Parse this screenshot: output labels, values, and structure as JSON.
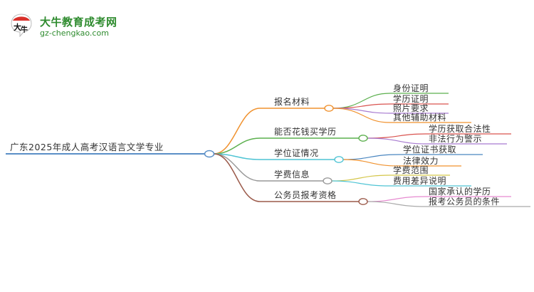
{
  "logo": {
    "title": "大牛教育成考网",
    "url": "gz-chengkao.com",
    "badge_text": "大牛",
    "brand_color": "#2e8b2e",
    "accent_color": "#d9302a"
  },
  "mindmap": {
    "root": {
      "label": "广东2025年成人高考汉语言文学专业",
      "color": "#5b8fc7"
    },
    "branches": [
      {
        "label": "报名材料",
        "color": "#f0922f",
        "children": [
          {
            "label": "身份证明",
            "color": "#5cb04e"
          },
          {
            "label": "学历证明",
            "color": "#d9534f"
          },
          {
            "label": "照片要求",
            "color": "#a77ad0"
          },
          {
            "label": "其他辅助材料",
            "color": "#f0922f"
          }
        ]
      },
      {
        "label": "能否花钱买学历",
        "color": "#5cb04e",
        "children": [
          {
            "label": "学历获取合法性",
            "color": "#d9534f"
          },
          {
            "label": "非法行为警示",
            "color": "#a77ad0"
          }
        ]
      },
      {
        "label": "学位证情况",
        "color": "#4fc4d4",
        "children": [
          {
            "label": "学位证书获取",
            "color": "#4a86c0"
          },
          {
            "label": "法律效力",
            "color": "#f0922f"
          }
        ]
      },
      {
        "label": "学费信息",
        "color": "#999999",
        "children": [
          {
            "label": "学费范围",
            "color": "#d4c64a"
          },
          {
            "label": "费用差异说明",
            "color": "#4fc4d4"
          }
        ]
      },
      {
        "label": "公务员报考资格",
        "color": "#9b5a4a",
        "children": [
          {
            "label": "国家承认的学历",
            "color": "#e68ad0"
          },
          {
            "label": "报考公务员的条件",
            "color": "#aaaaaa"
          }
        ]
      }
    ]
  }
}
